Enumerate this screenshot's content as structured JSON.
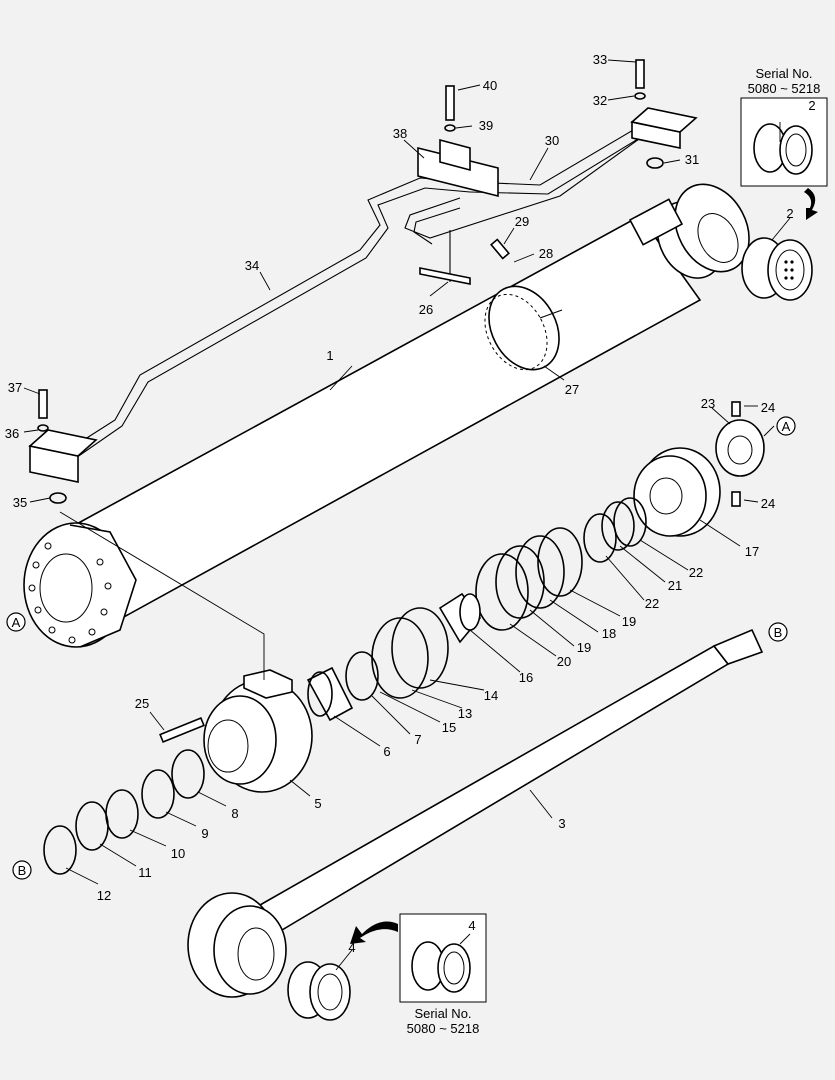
{
  "callouts": {
    "c1": "1",
    "c2a": "2",
    "c2b": "2",
    "c3": "3",
    "c4a": "4",
    "c4b": "4",
    "c5": "5",
    "c6": "6",
    "c7": "7",
    "c8": "8",
    "c9": "9",
    "c10": "10",
    "c11": "11",
    "c12": "12",
    "c13": "13",
    "c14": "14",
    "c15": "15",
    "c16": "16",
    "c17": "17",
    "c18": "18",
    "c19a": "19",
    "c19b": "19",
    "c20": "20",
    "c21": "21",
    "c22a": "22",
    "c22b": "22",
    "c23": "23",
    "c24a": "24",
    "c24b": "24",
    "c25": "25",
    "c26": "26",
    "c27": "27",
    "c28": "28",
    "c29": "29",
    "c30": "30",
    "c31": "31",
    "c32": "32",
    "c33": "33",
    "c34": "34",
    "c35": "35",
    "c36": "36",
    "c37": "37",
    "c38": "38",
    "c39": "39",
    "c40": "40"
  },
  "refs": {
    "a1": "A",
    "a2": "A",
    "b1": "B",
    "b2": "B"
  },
  "insets": {
    "top": {
      "title": "Serial No.",
      "range": "5080 ~ 5218"
    },
    "bottom": {
      "title": "Serial No.",
      "range": "5080 ~ 5218"
    }
  }
}
